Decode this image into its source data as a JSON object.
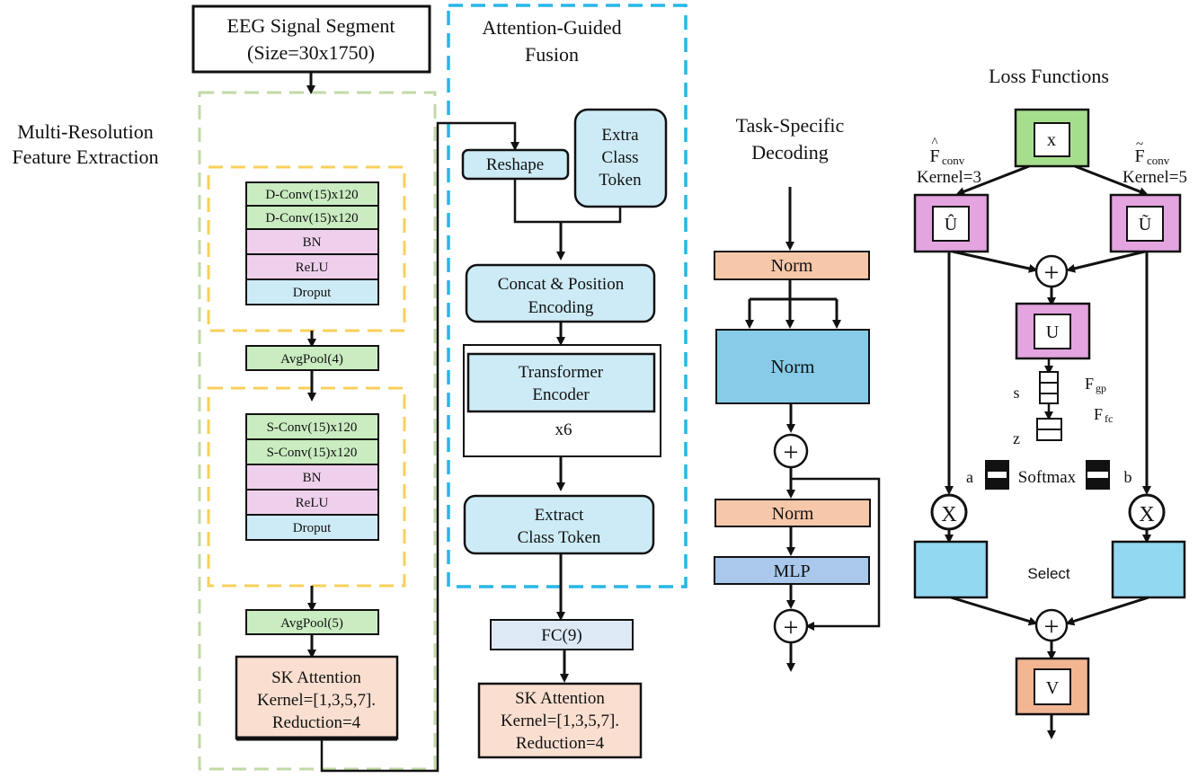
{
  "input": {
    "line1": "EEG Signal Segment",
    "line2": "(Size=30x1750)"
  },
  "sections": {
    "multi_resolution": {
      "line1": "Multi-Resolution",
      "line2": "Feature Extraction"
    },
    "fusion": {
      "line1": "Attention-Guided",
      "line2": "Fusion"
    },
    "decoding": {
      "line1": "Task-Specific",
      "line2": "Decoding"
    },
    "loss": {
      "title": "Loss Functions"
    }
  },
  "conv_block_1": [
    "D-Conv(15)x120",
    "D-Conv(15)x120",
    "BN",
    "ReLU",
    "Droput"
  ],
  "avgpool_1": "AvgPool(4)",
  "conv_block_2": [
    "S-Conv(15)x120",
    "S-Conv(15)x120",
    "BN",
    "ReLU",
    "Droput"
  ],
  "avgpool_2": "AvgPool(5)",
  "sk_attention_1": [
    "SK Attention",
    "Kernel=[1,3,5,7].",
    "Reduction=4"
  ],
  "fusion_blocks": {
    "reshape": "Reshape",
    "extra_class_token": [
      "Extra",
      "Class",
      "Token"
    ],
    "concat": [
      "Concat & Position",
      "Encoding"
    ],
    "transformer": [
      "Transformer",
      "Encoder"
    ],
    "repeat": "x6",
    "extract": [
      "Extract",
      "Class Token"
    ]
  },
  "fc": "FC(9)",
  "sk_attention_2": [
    "SK Attention",
    "Kernel=[1,3,5,7].",
    "Reduction=4"
  ],
  "decoding_blocks": {
    "norm_top": "Norm",
    "norm_big": "Norm",
    "norm_lower": "Norm",
    "mlp": "MLP"
  },
  "sk_detail": {
    "x": "x",
    "f_conv_hat": {
      "symbol": "F",
      "accent": "^",
      "sub": "conv",
      "kernel": "Kernel=3"
    },
    "f_conv_tilde": {
      "symbol": "F",
      "accent": "~",
      "sub": "conv",
      "kernel": "Kernel=5"
    },
    "u_hat": "Û",
    "u_tilde": "Ũ",
    "u": "U",
    "s": "s",
    "z": "z",
    "f_gp": {
      "symbol": "F",
      "sub": "gp"
    },
    "f_fc": {
      "symbol": "F",
      "sub": "fc"
    },
    "a": "a",
    "b": "b",
    "softmax": "Softmax",
    "select": "Select",
    "v": "V",
    "multiply": "X",
    "plus": "+"
  },
  "colors": {
    "green": "#c9ecc0",
    "pink": "#efd0ec",
    "light_blue": "#cdebf6",
    "peach": "#fadfd0",
    "norm_peach": "#f6c7a8",
    "norm_blue": "#87cbe9",
    "mlp_blue": "#a9c8ec",
    "fc_blue": "#dde9f5",
    "sk_green": "#a6df8c",
    "sk_pink": "#e4a4e0",
    "sk_blue": "#93d8f1",
    "sk_peach": "#f2b592",
    "dash_green": "#c2d9a6",
    "dash_yellow": "#f8d05a",
    "dash_cyan": "#27b6e8"
  }
}
